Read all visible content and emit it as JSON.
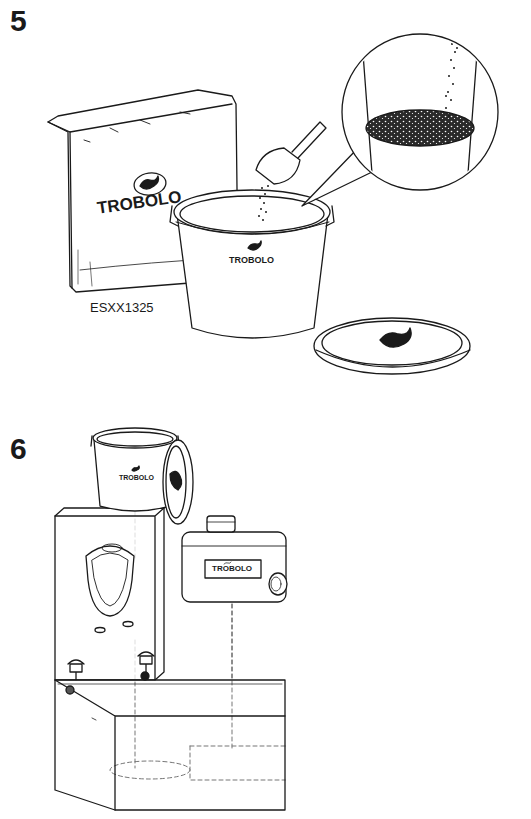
{
  "diagram": {
    "labels": [
      "5",
      "TROBOLO",
      "TROBOLO",
      "ESXX1325",
      "6",
      "TROBOLO",
      "TROBOLO"
    ]
  }
}
